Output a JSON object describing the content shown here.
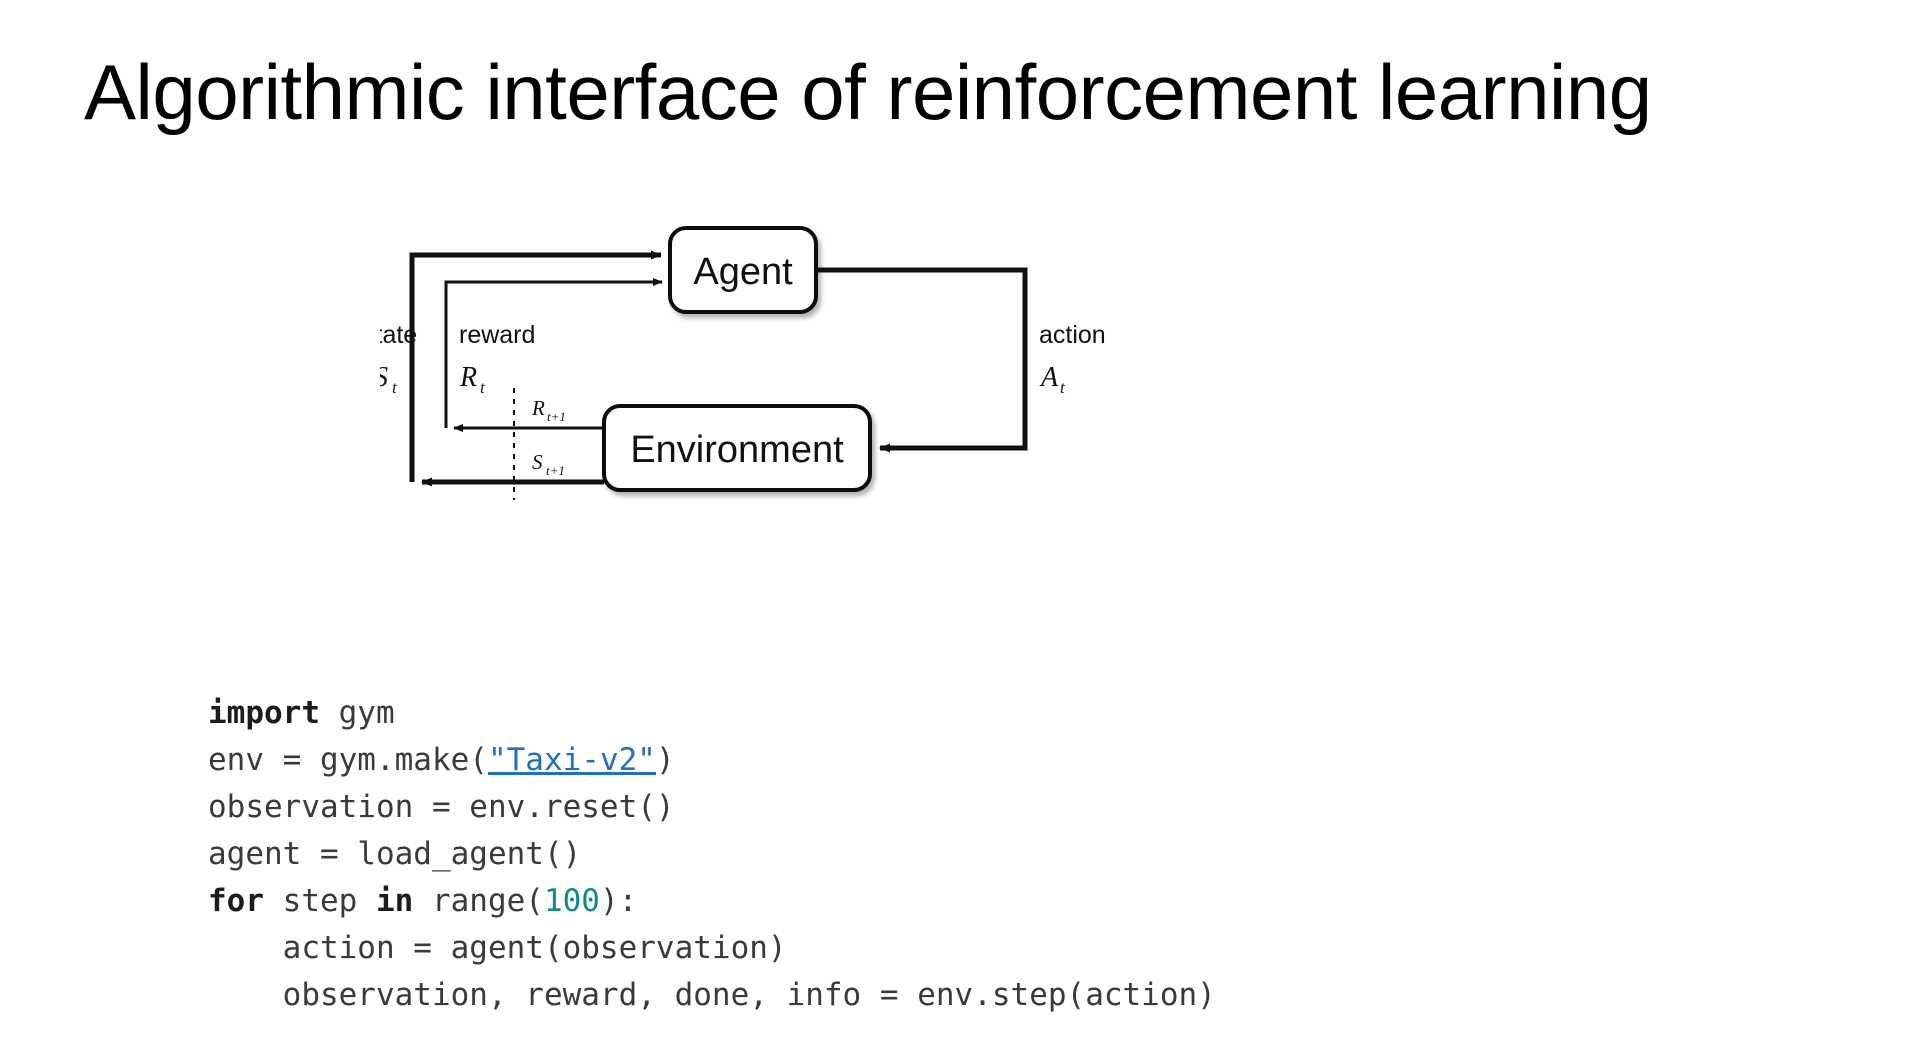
{
  "slide": {
    "title": "Algorithmic interface of reinforcement learning",
    "background_color": "#ffffff"
  },
  "diagram": {
    "name": "agent-environment-interaction-loop",
    "source_style": "Sutton & Barto reinforcement learning loop",
    "nodes": [
      {
        "id": "agent",
        "label": "Agent"
      },
      {
        "id": "environment",
        "label": "Environment"
      }
    ],
    "edge_labels": {
      "state_word": "state",
      "state_symbol": "S",
      "state_subscript": "t",
      "reward_word": "reward",
      "reward_symbol": "R",
      "reward_subscript": "t",
      "action_word": "action",
      "action_symbol": "A",
      "action_subscript": "t",
      "next_reward_symbol": "R",
      "next_reward_subscript": "t+1",
      "next_state_symbol": "S",
      "next_state_subscript": "t+1"
    },
    "stroke_color": "#111111"
  },
  "code": {
    "language": "python",
    "default_color": "#3a3a3a",
    "keyword_color": "#1c1c1c",
    "number_color": "#0e8c8c",
    "link_color": "#1f6fc4",
    "lines": [
      {
        "index": 1,
        "plain": "import gym",
        "tokens": [
          {
            "t": "import",
            "k": "kw"
          },
          {
            "t": " gym",
            "k": "plain"
          }
        ]
      },
      {
        "index": 2,
        "plain": "env = gym.make(\"Taxi-v2\")",
        "tokens": [
          {
            "t": "env = gym.make(",
            "k": "plain"
          },
          {
            "t": "\"Taxi-v2\"",
            "k": "link"
          },
          {
            "t": ")",
            "k": "plain"
          }
        ]
      },
      {
        "index": 3,
        "plain": "observation = env.reset()",
        "tokens": [
          {
            "t": "observation = env.reset()",
            "k": "plain"
          }
        ]
      },
      {
        "index": 4,
        "plain": "agent = load_agent()",
        "tokens": [
          {
            "t": "agent = load_agent()",
            "k": "plain"
          }
        ]
      },
      {
        "index": 5,
        "plain": "for step in range(100):",
        "tokens": [
          {
            "t": "for",
            "k": "kw"
          },
          {
            "t": " step ",
            "k": "plain"
          },
          {
            "t": "in",
            "k": "kw"
          },
          {
            "t": " range(",
            "k": "plain"
          },
          {
            "t": "100",
            "k": "num"
          },
          {
            "t": "):",
            "k": "plain"
          }
        ]
      },
      {
        "index": 6,
        "plain": "    action = agent(observation)",
        "tokens": [
          {
            "t": "    action = agent(observation)",
            "k": "plain"
          }
        ]
      },
      {
        "index": 7,
        "plain": "    observation, reward, done, info = env.step(action)",
        "tokens": [
          {
            "t": "    observation, reward, done, info = env.step(action)",
            "k": "plain"
          }
        ]
      }
    ]
  }
}
